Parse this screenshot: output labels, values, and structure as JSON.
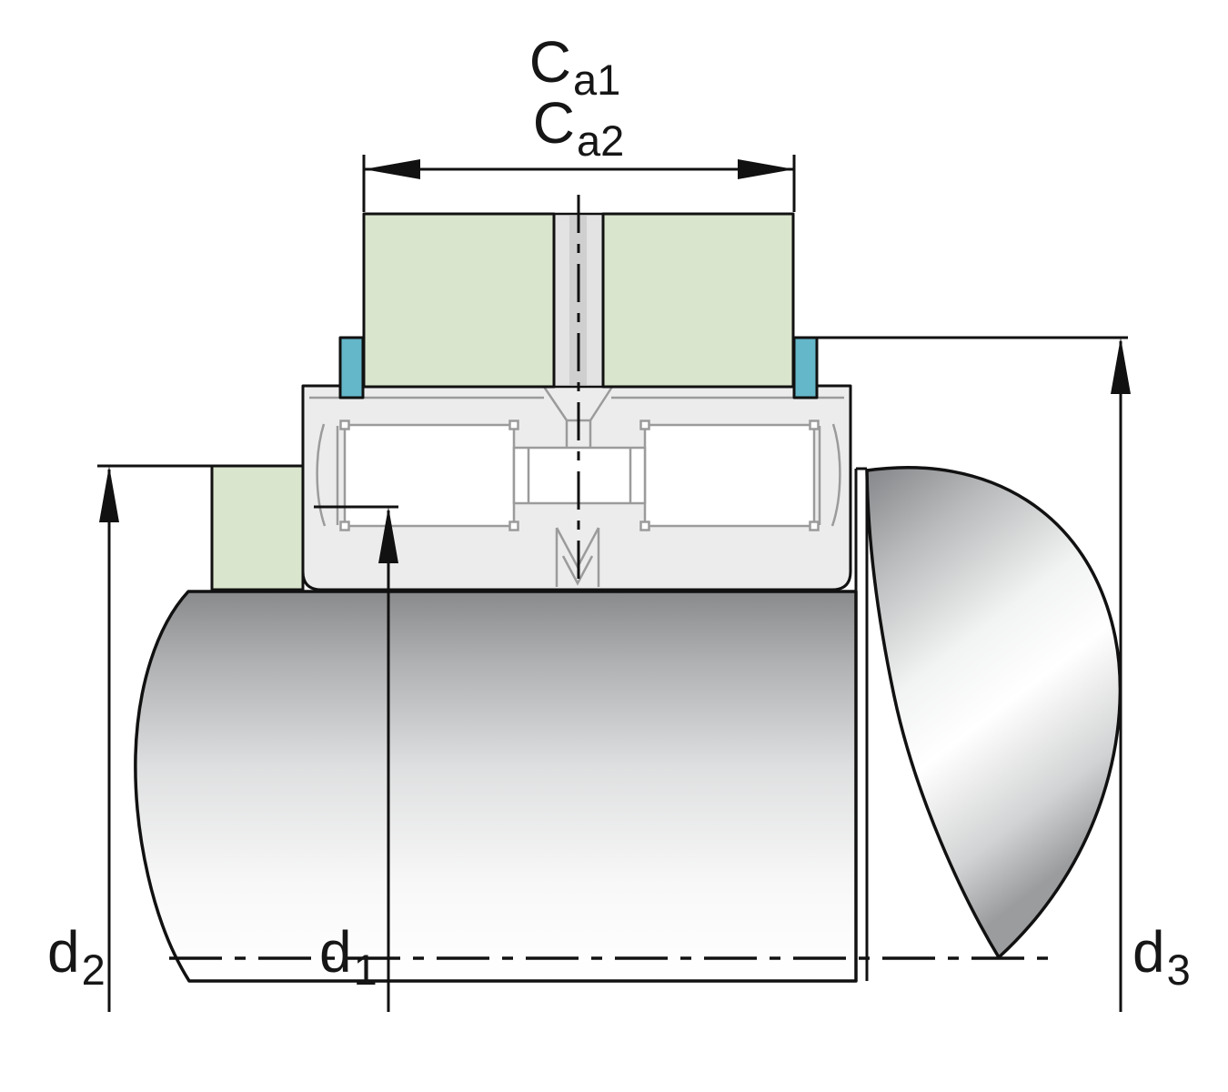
{
  "diagram": {
    "type": "technical-drawing",
    "subject": "Bearing mounting cross-section with abutment and fillet dimensions",
    "labels": {
      "ca1": {
        "base": "C",
        "sub": "a1"
      },
      "ca2": {
        "base": "C",
        "sub": "a2"
      },
      "d1": {
        "base": "d",
        "sub": "1"
      },
      "d2": {
        "base": "d",
        "sub": "2"
      },
      "d3": {
        "base": "d",
        "sub": "3"
      }
    },
    "colors": {
      "abutment_green": "#d9e5cc",
      "seal_teal": "#64b6c9",
      "outline": "#111111",
      "internal_gray": "#9b9b9b",
      "housing_fill": "#ececec",
      "strip_fill": "#e3e3e3",
      "strip_core": "#cfcfcf",
      "shaft_dark": "#87898b",
      "shaft_light": "#ffffff",
      "background": "#ffffff"
    }
  }
}
